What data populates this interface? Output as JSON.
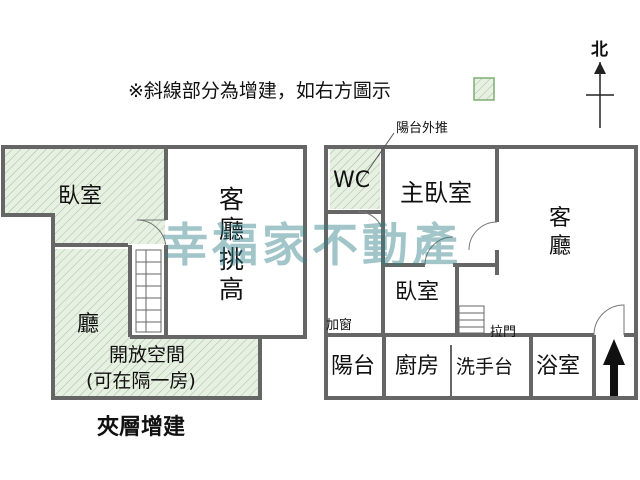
{
  "legend": {
    "note": "※斜線部分為增建，如右方圖示"
  },
  "compass": {
    "north_label": "北"
  },
  "watermark": {
    "text": "幸福家不動產"
  },
  "colors": {
    "wall": "#666666",
    "hatch_fill": "#e8f0e4",
    "hatch_line": "#7fae73",
    "text": "#111111",
    "watermark": "#2f7f86"
  },
  "mezzanine": {
    "caption": "夾層增建",
    "rooms": {
      "bedroom": "臥室",
      "living_void_1": "客",
      "living_void_2": "廳",
      "living_void_3": "挑",
      "living_void_4": "高",
      "hall": "廳",
      "open_space": "開放空間",
      "open_space_note": "(可在隔一房)"
    }
  },
  "main_floor": {
    "balcony_callout": "陽台外推",
    "window_label": "加窗",
    "sliding_door_label": "拉門",
    "rooms": {
      "wc": "WC",
      "master_bedroom": "主臥室",
      "living_1": "客",
      "living_2": "廳",
      "bedroom": "臥室",
      "balcony": "陽台",
      "kitchen": "廚房",
      "sink": "洗手台",
      "bathroom": "浴室"
    }
  }
}
